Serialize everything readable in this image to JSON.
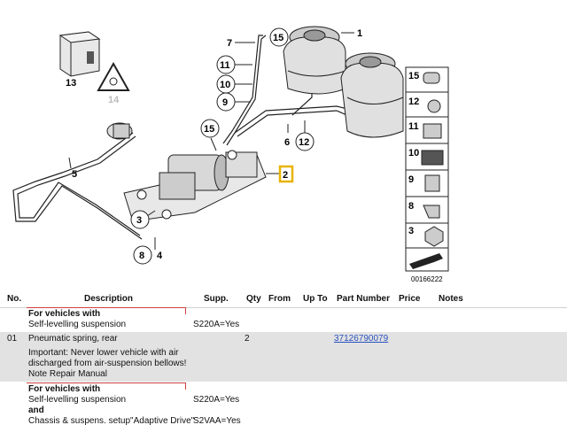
{
  "diagram": {
    "callouts": [
      "1",
      "2",
      "3",
      "4",
      "5",
      "6",
      "7",
      "8",
      "9",
      "10",
      "11",
      "12",
      "13",
      "14",
      "15",
      "15"
    ],
    "side_parts": [
      "15",
      "12",
      "11",
      "10",
      "9",
      "8",
      "3"
    ],
    "figure_number": "00166222"
  },
  "table": {
    "headers": {
      "no": "No.",
      "description": "Description",
      "supp": "Supp.",
      "qty": "Qty",
      "from": "From",
      "upto": "Up To",
      "part_number": "Part Number",
      "price": "Price",
      "notes": "Notes"
    },
    "rows": [
      {
        "no": "",
        "heading": "For vehicles with",
        "lines": [
          "Self-levelling suspension"
        ],
        "supp": "S220A=Yes"
      },
      {
        "no": "01",
        "description": "Pneumatic spring, rear",
        "qty": "2",
        "part_number": "37126790079",
        "note_lines": [
          "Important: Never lower vehicle with air",
          "discharged from air-suspension bellows!",
          "Note Repair Manual"
        ]
      },
      {
        "no": "",
        "heading": "For vehicles with",
        "lines": [
          "Self-levelling suspension"
        ],
        "connector": "and",
        "line2": "Chassis & suspens. setup\"Adaptive Drive\"",
        "supp": "S220A=Yes",
        "supp2": "S2VAA=Yes"
      }
    ]
  }
}
